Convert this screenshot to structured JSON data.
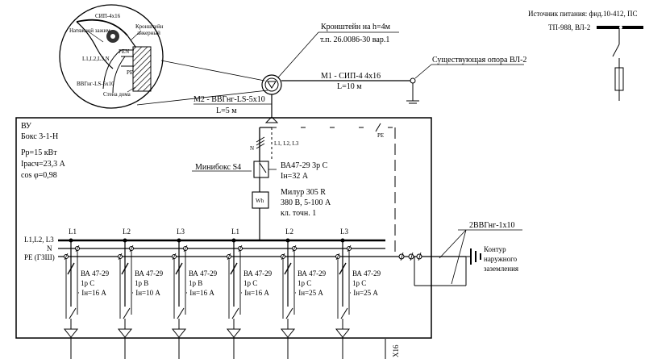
{
  "title": "",
  "callout": {
    "sip": "СИП-4x16",
    "clamp": "Натяжной зажим",
    "bracket_a": "Кронштейн",
    "bracket_b": "анкерный",
    "conductors": "L1,L2,L3,N",
    "pen": "PEN",
    "pe": "PE",
    "cable": "ВВГнг-LS-5x10",
    "wall": "Стена дома"
  },
  "supply": {
    "source": "Источник питания: фид.10-412, ПС",
    "tp": "ТП-988, ВЛ-2"
  },
  "bracket_note": {
    "line1": "Кронштейн на h=4м",
    "line2": "т.п. 26.0086-30 вар.1"
  },
  "line_m1": {
    "label": "М1 - СИП-4 4х16",
    "length": "L=10 м",
    "pole": "Существующая опора ВЛ-2"
  },
  "line_m2": {
    "label": "М2 - ВВГнг-LS-5х10",
    "length": "L=5 м"
  },
  "panel": {
    "name": "ВУ",
    "box": "Бокс 3-1-Н",
    "pr": "Рр=15 кВт",
    "ir": "Iрасч=23,3 А",
    "cos": "cos φ=0,98",
    "minibox": "Минибокс S4",
    "main_breaker": "ВА47-29 3р С",
    "main_in": "Iн=32 А",
    "meter_symbol": "Wh",
    "meter_1": "Милур 305 R",
    "meter_2": "380 В, 5-100 А",
    "meter_3": "кл. точн. 1",
    "phases_in": "L1, L2, L3",
    "n_in": "N",
    "pe_tag": "PE"
  },
  "bus": {
    "phases": "L1,L2, L3",
    "n": "N",
    "pe": "PE (ГЗШ)"
  },
  "breakers": [
    {
      "phase": "L1",
      "model": "ВА 47-29",
      "poles": "1р С",
      "rating": "Iн=16 А"
    },
    {
      "phase": "L2",
      "model": "ВА 47-29",
      "poles": "1р В",
      "rating": "Iн=10 А"
    },
    {
      "phase": "L3",
      "model": "ВА 47-29",
      "poles": "1р В",
      "rating": "Iн=16 А"
    },
    {
      "phase": "L1",
      "model": "ВА 47-29",
      "poles": "1р С",
      "rating": "Iн=16 А"
    },
    {
      "phase": "L2",
      "model": "ВА 47-29",
      "poles": "1р С",
      "rating": "Iн=25 А"
    },
    {
      "phase": "L3",
      "model": "ВА 47-29",
      "poles": "1р С",
      "rating": "Iн=25 А"
    }
  ],
  "ground": {
    "cable": "2ВВГнг-1х10",
    "line1": "Контур",
    "line2": "наружного",
    "line3": "заземления"
  },
  "exit_label": "Х16"
}
